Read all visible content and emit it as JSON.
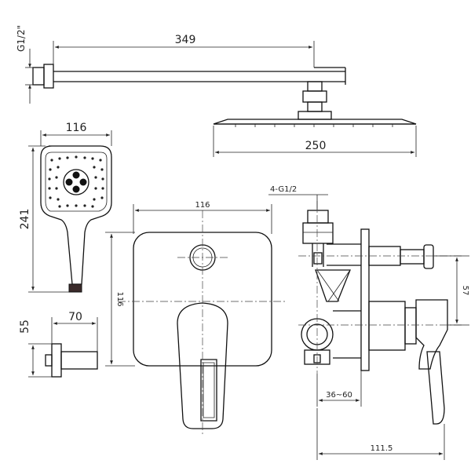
{
  "dimensions": {
    "arm_thread": "G1/2\"",
    "arm_length": "349",
    "head_width": "250",
    "hand_width": "116",
    "hand_length": "241",
    "outlet_height": "55",
    "outlet_depth": "70",
    "plate_width": "116",
    "plate_height": "116",
    "valve_inlets": "4-G1/2",
    "valve_side": "57",
    "valve_range": "36~60",
    "valve_depth": "111.5"
  }
}
